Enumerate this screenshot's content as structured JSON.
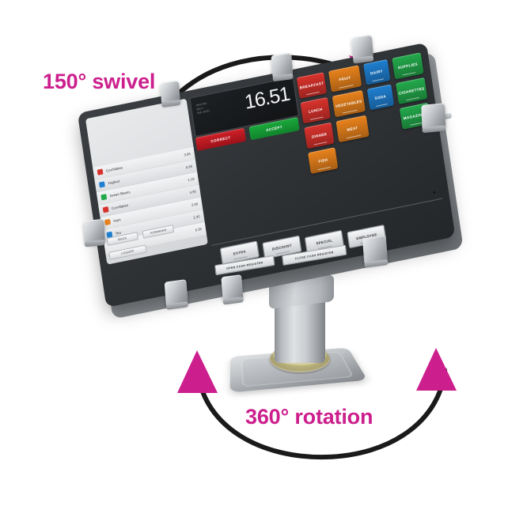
{
  "annotations": {
    "swivel_label": "150° swivel",
    "rotation_label": "360° rotation",
    "accent_color": "#cc1f8d",
    "arc_color": "#1a1a1a"
  },
  "device": {
    "type": "pos-tablet-on-swivel-stand",
    "bezel_color": "#2e3134",
    "stand_color": "#b4b8bc",
    "ring_color": "#b9b07a"
  },
  "pos": {
    "display": {
      "total": "16.51",
      "meta_lines": [
        "Item 001",
        "Qty 1",
        "Sub 16.51"
      ]
    },
    "controls": [
      {
        "label": "CORRECT",
        "color": "#d01f28"
      },
      {
        "label": "ACCEPT",
        "color": "#1aa93b"
      }
    ],
    "receipt_items": [
      {
        "name": "Cornflakes",
        "price": "3.95",
        "swatch": "#d8322c"
      },
      {
        "name": "Yoghurt",
        "price": "0.85",
        "swatch": "#1f7fd0"
      },
      {
        "name": "Green Beans",
        "price": "1.19",
        "swatch": "#23a94b"
      },
      {
        "name": "Cornflakes",
        "price": "4.95",
        "swatch": "#d8322c"
      },
      {
        "name": "Ham",
        "price": "2.95",
        "swatch": "#e8821c"
      },
      {
        "name": "Tea",
        "price": "2.45",
        "swatch": "#1f7fd0"
      },
      {
        "name": "",
        "price": "0.35",
        "swatch": ""
      }
    ],
    "nav_buttons": [
      "BACK",
      "FORWARD",
      "LOGOFF"
    ],
    "categories": [
      {
        "label": "BREAKFAST",
        "color": "#d8322c"
      },
      {
        "label": "FRUIT",
        "color": "#e8821c"
      },
      {
        "label": "DAIRY",
        "color": "#1f7fd0"
      },
      {
        "label": "SUPPLIES",
        "color": "#23a94b"
      },
      {
        "label": "LUNCH",
        "color": "#d8322c"
      },
      {
        "label": "VEGETABLES",
        "color": "#e8821c"
      },
      {
        "label": "SODA",
        "color": "#1f7fd0"
      },
      {
        "label": "CIGARETTES",
        "color": "#23a94b"
      },
      {
        "label": "DINNER",
        "color": "#d8322c"
      },
      {
        "label": "MEAT",
        "color": "#e8821c"
      },
      {
        "label": "",
        "color": ""
      },
      {
        "label": "MAGAZINES",
        "color": "#23a94b"
      },
      {
        "label": "FISH",
        "color": "#e8821c"
      },
      {
        "label": "",
        "color": ""
      },
      {
        "label": "",
        "color": ""
      },
      {
        "label": "",
        "color": ""
      }
    ],
    "action_buttons": [
      "EXTRA",
      "DISCOUNT",
      "SPECIAL",
      "EMPLOYEE"
    ],
    "cash_bars": [
      "OPEN CASH REGISTER",
      "CLOSE CASH REGISTER"
    ]
  }
}
